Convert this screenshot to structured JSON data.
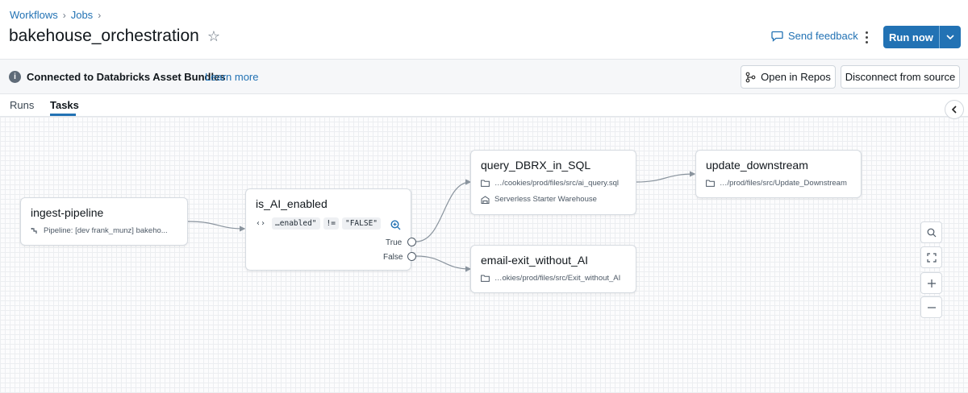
{
  "breadcrumb": {
    "items": [
      "Workflows",
      "Jobs"
    ]
  },
  "job": {
    "title": "bakehouse_orchestration"
  },
  "header": {
    "feedback_label": "Send feedback",
    "run_label": "Run now"
  },
  "banner": {
    "text": "Connected to Databricks Asset Bundles",
    "link": "Learn more",
    "open_repos": "Open in Repos",
    "disconnect": "Disconnect from source"
  },
  "tabs": [
    {
      "label": "Runs",
      "active": false
    },
    {
      "label": "Tasks",
      "active": true
    }
  ],
  "nodes": {
    "ingest": {
      "title": "ingest-pipeline",
      "sub": "Pipeline:  [dev frank_munz] bakeho..."
    },
    "condition": {
      "title": "is_AI_enabled",
      "left": "…enabled\"",
      "op": "!=",
      "right": "\"FALSE\"",
      "true_label": "True",
      "false_label": "False"
    },
    "query": {
      "title": "query_DBRX_in_SQL",
      "sub1": "…/cookies/prod/files/src/ai_query.sql",
      "sub2": "Serverless Starter Warehouse"
    },
    "email": {
      "title": "email-exit_without_AI",
      "sub": "…okies/prod/files/src/Exit_without_AI"
    },
    "update": {
      "title": "update_downstream",
      "sub": "…/prod/files/src/Update_Downstream"
    }
  },
  "colors": {
    "accent": "#2272b4",
    "edge": "#8a949e"
  }
}
